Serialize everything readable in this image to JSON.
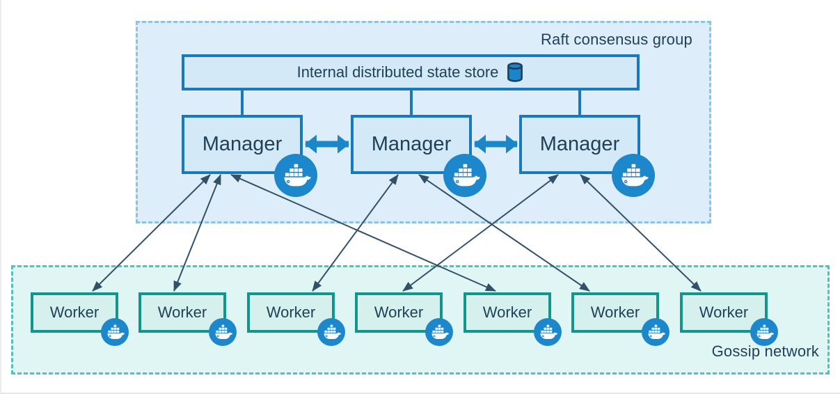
{
  "raft_group": {
    "label": "Raft consensus group",
    "state_store": {
      "label": "Internal distributed state store"
    },
    "managers": [
      {
        "label": "Manager"
      },
      {
        "label": "Manager"
      },
      {
        "label": "Manager"
      }
    ]
  },
  "gossip_network": {
    "label": "Gossip network",
    "workers": [
      {
        "label": "Worker"
      },
      {
        "label": "Worker"
      },
      {
        "label": "Worker"
      },
      {
        "label": "Worker"
      },
      {
        "label": "Worker"
      },
      {
        "label": "Worker"
      },
      {
        "label": "Worker"
      }
    ]
  },
  "icons": {
    "docker_whale": "docker-whale-icon",
    "database": "database-cylinder-icon"
  },
  "colors": {
    "raft_fill": "#ddeefa",
    "raft_border": "#8cc3e3",
    "node_blue_fill": "#d3e9f8",
    "node_blue_border": "#1879bd",
    "docker_blue": "#1d87cc",
    "thick_arrow": "#1b86c8",
    "gossip_fill": "#e0f6f4",
    "gossip_border": "#54c0bd",
    "worker_fill": "#d6f0ee",
    "worker_border": "#12968c",
    "text": "#1f4058",
    "thin_arrow": "#31506a"
  },
  "connections": {
    "manager_peer_links": [
      {
        "from": 0,
        "to": 1
      },
      {
        "from": 1,
        "to": 2
      }
    ],
    "manager_worker_links": [
      {
        "manager": 0,
        "worker": 0
      },
      {
        "manager": 0,
        "worker": 1
      },
      {
        "manager": 0,
        "worker": 4
      },
      {
        "manager": 1,
        "worker": 2
      },
      {
        "manager": 1,
        "worker": 5
      },
      {
        "manager": 2,
        "worker": 3
      },
      {
        "manager": 2,
        "worker": 6
      }
    ]
  }
}
